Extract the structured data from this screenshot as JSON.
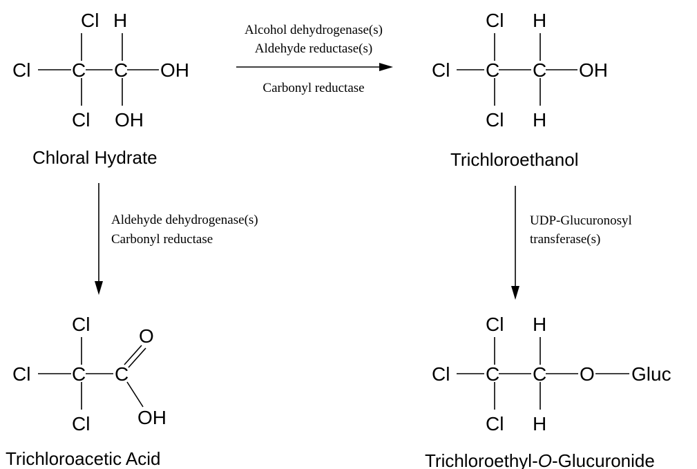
{
  "atoms": {
    "cl": "Cl",
    "c": "C",
    "h": "H",
    "oh": "OH",
    "o": "O",
    "gluc": "Gluc"
  },
  "compounds": {
    "chloral_hydrate": "Chloral Hydrate",
    "trichloroethanol": "Trichloroethanol",
    "trichloroacetic_acid": "Trichloroacetic Acid",
    "glucuronide_prefix": "Trichloroethyl-",
    "glucuronide_italic": "O",
    "glucuronide_suffix": "-Glucuronide"
  },
  "enzymes": {
    "top": [
      "Alcohol dehydrogenase(s)",
      "Aldehyde reductase(s)",
      "Carbonyl reductase"
    ],
    "left": [
      "Aldehyde dehydrogenase(s)",
      "Carbonyl reductase"
    ],
    "right": [
      "UDP-Glucuronosyl",
      "transferase(s)"
    ]
  }
}
